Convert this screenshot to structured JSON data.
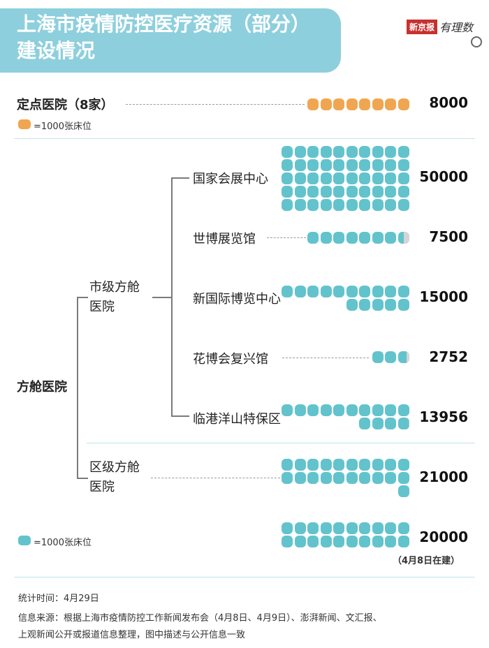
{
  "header": {
    "title_line1": "上海市疫情防控医疗资源（部分）",
    "title_line2": "建设情况",
    "brand_badge": "新京报",
    "brand_script": "有理数"
  },
  "designated": {
    "label": "定点医院（8家）",
    "value": "8000",
    "legend": "=1000张床位",
    "dots": 8
  },
  "fangcang": {
    "label": "方舱医院",
    "city_level_label": [
      "市级方舱",
      "医院"
    ],
    "district_level_label": [
      "区级方舱",
      "医院"
    ],
    "venues": [
      {
        "name": "国家会展中心",
        "value": "50000",
        "beds": 50000
      },
      {
        "name": "世博展览馆",
        "value": "7500",
        "beds": 7500
      },
      {
        "name": "新国际博览中心",
        "value": "15000",
        "beds": 15000
      },
      {
        "name": "花博会复兴馆",
        "value": "2752",
        "beds": 2752
      },
      {
        "name": "临港洋山特保区",
        "value": "13956",
        "beds": 13956
      }
    ],
    "district": {
      "value": "21000",
      "beds": 21000
    },
    "under_construction": {
      "value": "20000",
      "beds": 20000,
      "note": "（4月8日在建）"
    },
    "legend": "=1000张床位"
  },
  "footer": {
    "stat_time": "统计时间：4月29日",
    "source_line1": "信息来源：根据上海市疫情防控工作新闻发布会（4月8日、4月9日）、澎湃新闻、文汇报、",
    "source_line2": "上观新闻公开或报道信息整理，图中描述与公开信息一致"
  },
  "colors": {
    "teal": "#62c3cd",
    "orange": "#f0a650",
    "header": "#8ecfdd"
  }
}
